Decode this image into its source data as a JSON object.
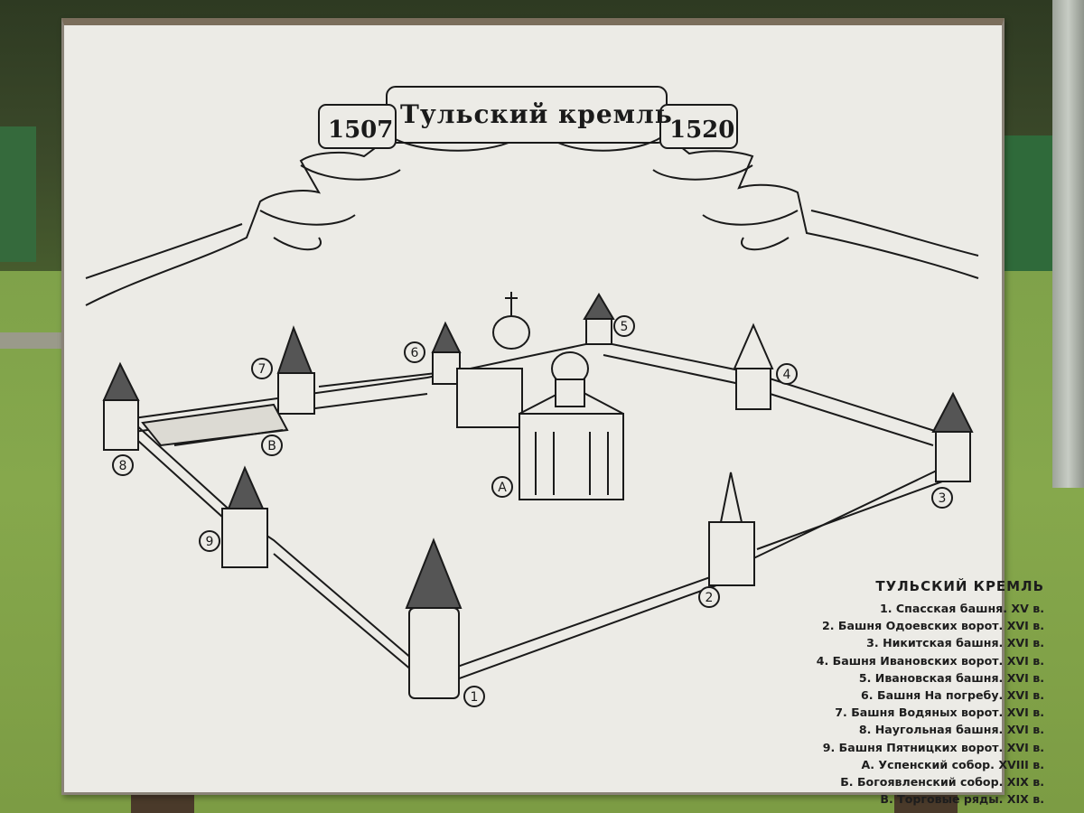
{
  "banner": {
    "title": "Тульский кремль",
    "year_start": "1507",
    "year_end": "1520"
  },
  "map_markers": [
    "1",
    "2",
    "3",
    "4",
    "5",
    "6",
    "7",
    "8",
    "9",
    "А",
    "В"
  ],
  "legend": {
    "title": "ТУЛЬСКИЙ КРЕМЛЬ",
    "items": [
      "1. Спасская башня. XV в.",
      "2. Башня Одоевских ворот. XVI в.",
      "3. Никитская башня. XVI в.",
      "4. Башня Ивановских ворот. XVI в.",
      "5. Ивановская башня. XVI в.",
      "6. Башня На погребу. XVI в.",
      "7. Башня Водяных ворот. XVI в.",
      "8. Наугольная башня. XVI в.",
      "9. Башня Пятницких ворот. XVI в.",
      "А. Успенский собор. XVIII в.",
      "Б. Богоявленский собор. XIX в.",
      "В. Торговые ряды. XIX в."
    ]
  },
  "colors": {
    "board": "#ecebe6",
    "ink": "#1a1a1a",
    "grass": "#7fa24a",
    "trees": "#2e3a22"
  }
}
